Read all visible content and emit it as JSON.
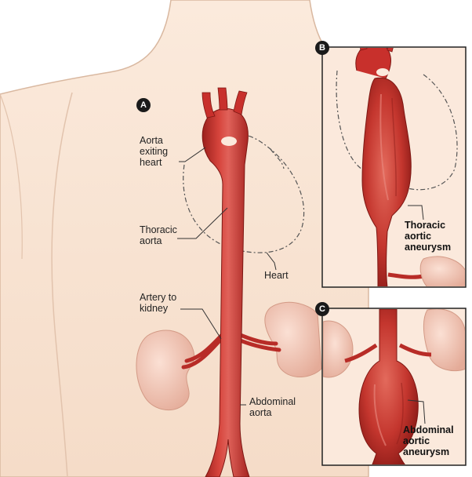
{
  "panels": {
    "a": {
      "badge": "A"
    },
    "b": {
      "badge": "B"
    },
    "c": {
      "badge": "C"
    }
  },
  "labels": {
    "aorta_exiting_heart": "Aorta\nexiting\nheart",
    "thoracic_aorta": "Thoracic\naorta",
    "heart": "Heart",
    "artery_to_kidney": "Artery to\nkidney",
    "abdominal_aorta": "Abdominal\naorta",
    "thoracic_aortic_aneurysm": "Thoracic\naortic\naneurysm",
    "abdominal_aortic_aneurysm": "Abdominal\naortic\naneurysm"
  },
  "colors": {
    "skin": "#f8e4d3",
    "skin_outline": "#d9b8a0",
    "artery": "#c8302c",
    "artery_dark": "#8f1d1a",
    "artery_highlight": "#e98a80",
    "kidney": "#f0c4b4",
    "inset_border": "#222222",
    "heart_outline": "#555555"
  }
}
